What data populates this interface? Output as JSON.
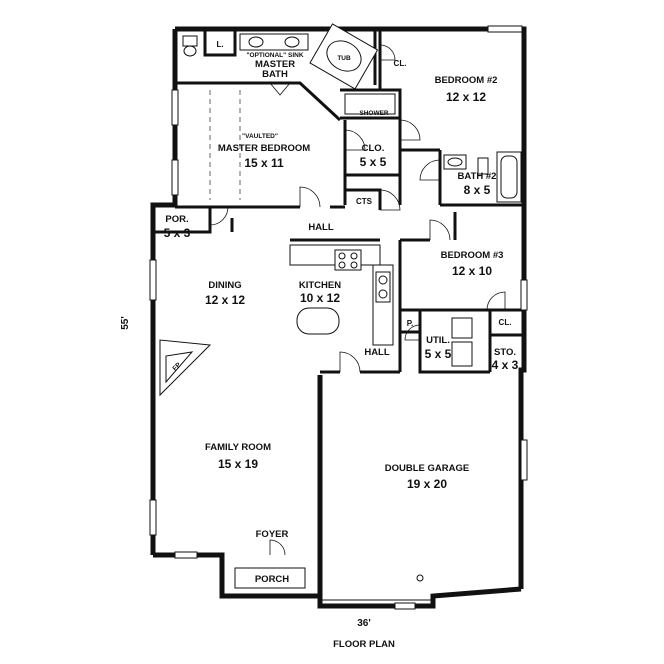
{
  "rooms": {
    "optional_sink": "\"OPTIONAL\" SINK",
    "master_bath_1": "MASTER",
    "master_bath_2": "BATH",
    "laundry_l": "L.",
    "tub": "TUB",
    "closet_top": "CL.",
    "bedroom2_name": "BEDROOM #2",
    "bedroom2_size": "12 x 12",
    "shower": "SHOWER",
    "vaulted": "\"VAULTED\"",
    "master_bedroom_name": "MASTER BEDROOM",
    "master_bedroom_size": "15 x 11",
    "clo_name": "CLO.",
    "clo_size": "5 x 5",
    "bath2_name": "BATH #2",
    "bath2_size": "8 x 5",
    "cts": "CTS",
    "porch_side_name": "POR.",
    "porch_side_size": "5 x 3",
    "hall_top": "HALL",
    "bedroom3_name": "BEDROOM #3",
    "bedroom3_size": "12 x 10",
    "dining_name": "DINING",
    "dining_size": "12 x 12",
    "kitchen_name": "KITCHEN",
    "kitchen_size": "10 x 12",
    "pantry": "P.",
    "util_name": "UTIL.",
    "util_size": "5 x 5",
    "closet_b3": "CL.",
    "sto_name": "STO.",
    "sto_size": "4 x 3",
    "hall_bottom": "HALL",
    "fireplace": "FP",
    "family_name": "FAMILY ROOM",
    "family_size": "15 x 19",
    "garage_name": "DOUBLE GARAGE",
    "garage_size": "19 x 20",
    "foyer": "FOYER",
    "porch_front": "PORCH"
  },
  "dimensions": {
    "depth": "55'",
    "width": "36'"
  },
  "caption": "FLOOR PLAN"
}
